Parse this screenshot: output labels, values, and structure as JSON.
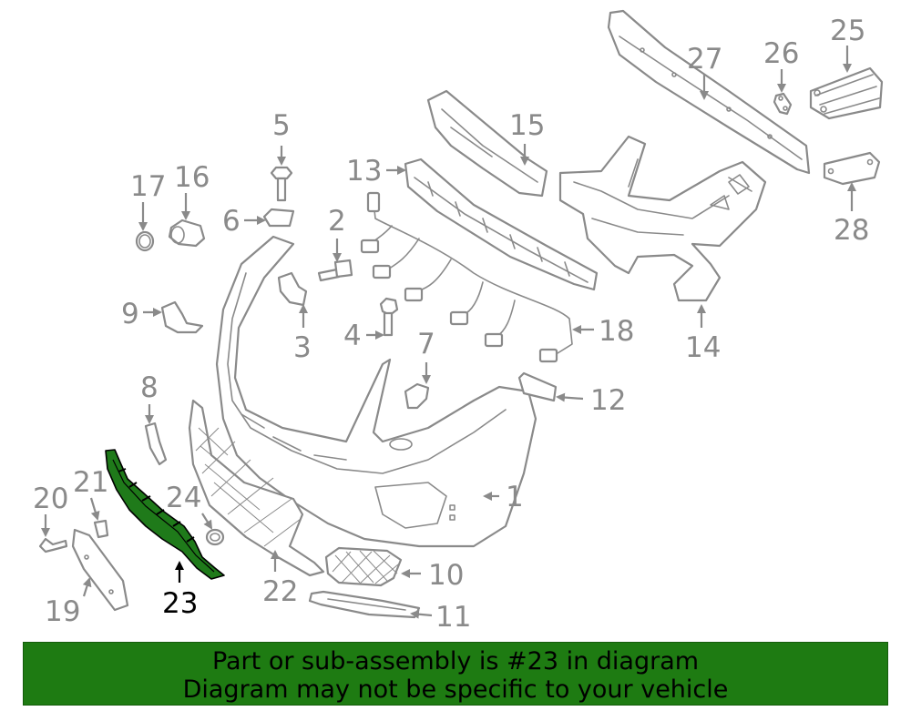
{
  "diagram": {
    "callouts": {
      "c1": "1",
      "c2": "2",
      "c3": "3",
      "c4": "4",
      "c5": "5",
      "c6": "6",
      "c7": "7",
      "c8": "8",
      "c9": "9",
      "c10": "10",
      "c11": "11",
      "c12": "12",
      "c13": "13",
      "c14": "14",
      "c15": "15",
      "c16": "16",
      "c17": "17",
      "c18": "18",
      "c19": "19",
      "c20": "20",
      "c21": "21",
      "c22": "22",
      "c23": "23",
      "c24": "24",
      "c25": "25",
      "c26": "26",
      "c27": "27",
      "c28": "28"
    },
    "highlighted_part": "23",
    "colors": {
      "line": "#8a8a8a",
      "highlight": "#1f7a1a",
      "banner": "#1e7b12"
    }
  },
  "banner": {
    "line1": "Part or sub-assembly is #23 in diagram",
    "line2": "Diagram may not be specific to your vehicle"
  }
}
